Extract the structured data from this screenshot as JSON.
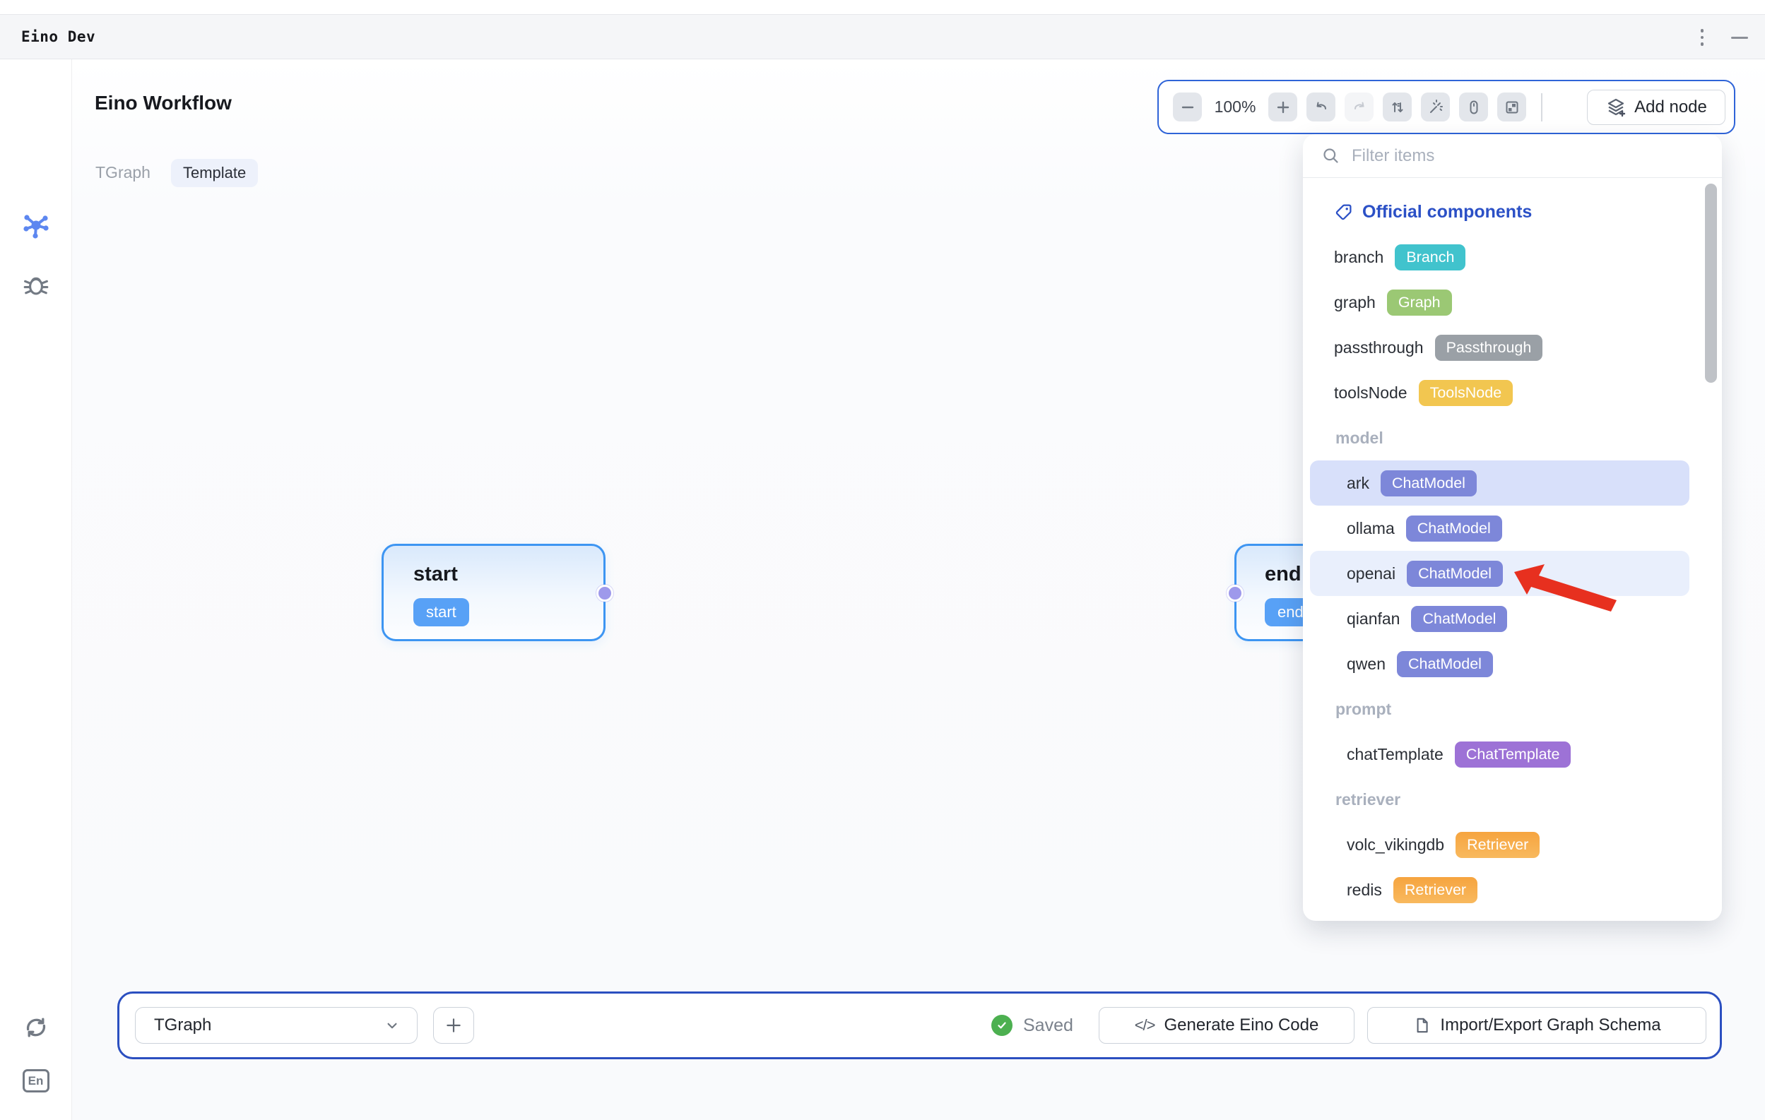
{
  "window": {
    "title": "Eino Dev"
  },
  "header": {
    "title": "Eino Workflow",
    "graph_name": "TGraph",
    "template_tag": "Template"
  },
  "sidebar": {
    "language_label": "En",
    "help_label": "?"
  },
  "toolbar": {
    "zoom_level": "100%",
    "add_node_label": "Add node"
  },
  "panel": {
    "filter_placeholder": "Filter items",
    "official_header": "Official components",
    "groups": [
      {
        "name": "",
        "items": [
          {
            "label": "branch",
            "badge": "Branch",
            "badge_color": "#41c3cd"
          },
          {
            "label": "graph",
            "badge": "Graph",
            "badge_color": "#9bc874"
          },
          {
            "label": "passthrough",
            "badge": "Passthrough",
            "badge_color": "#9aa0a6"
          },
          {
            "label": "toolsNode",
            "badge": "ToolsNode",
            "badge_color": "#f2c650"
          }
        ]
      },
      {
        "name": "model",
        "items": [
          {
            "label": "ark",
            "badge": "ChatModel",
            "badge_color": "#7d87d9",
            "state": "selected"
          },
          {
            "label": "ollama",
            "badge": "ChatModel",
            "badge_color": "#7d87d9",
            "state": ""
          },
          {
            "label": "openai",
            "badge": "ChatModel",
            "badge_color": "#7d87d9",
            "state": "hover",
            "annotated": true
          },
          {
            "label": "qianfan",
            "badge": "ChatModel",
            "badge_color": "#7d87d9",
            "state": ""
          },
          {
            "label": "qwen",
            "badge": "ChatModel",
            "badge_color": "#7d87d9",
            "state": ""
          }
        ]
      },
      {
        "name": "prompt",
        "items": [
          {
            "label": "chatTemplate",
            "badge": "ChatTemplate",
            "badge_color": "#9d72d6"
          }
        ]
      },
      {
        "name": "retriever",
        "items": [
          {
            "label": "volc_vikingdb",
            "badge": "Retriever",
            "badge_color": "#f6a948"
          },
          {
            "label": "redis",
            "badge": "Retriever",
            "badge_color": "#f6a948"
          }
        ]
      }
    ]
  },
  "canvas": {
    "start_node": {
      "title": "start",
      "badge": "start"
    },
    "end_node": {
      "title": "end",
      "badge": "end"
    }
  },
  "bottom_bar": {
    "graph_select_value": "TGraph",
    "status": "Saved",
    "generate_button": "Generate Eino Code",
    "import_button": "Import/Export Graph Schema"
  },
  "colors": {
    "toolbar_border": "#2f64d8",
    "bottombar_border": "#2b4fc0",
    "node_border": "#3d95f2",
    "node_badge": "#58a1f6",
    "port": "#9e99eb",
    "selected_row": "#d8e0fa",
    "hover_row": "#e9effc",
    "official_header_blue": "#2b50c6",
    "saved_green": "#4cb050",
    "annotation_arrow_red": "#e7301f"
  }
}
